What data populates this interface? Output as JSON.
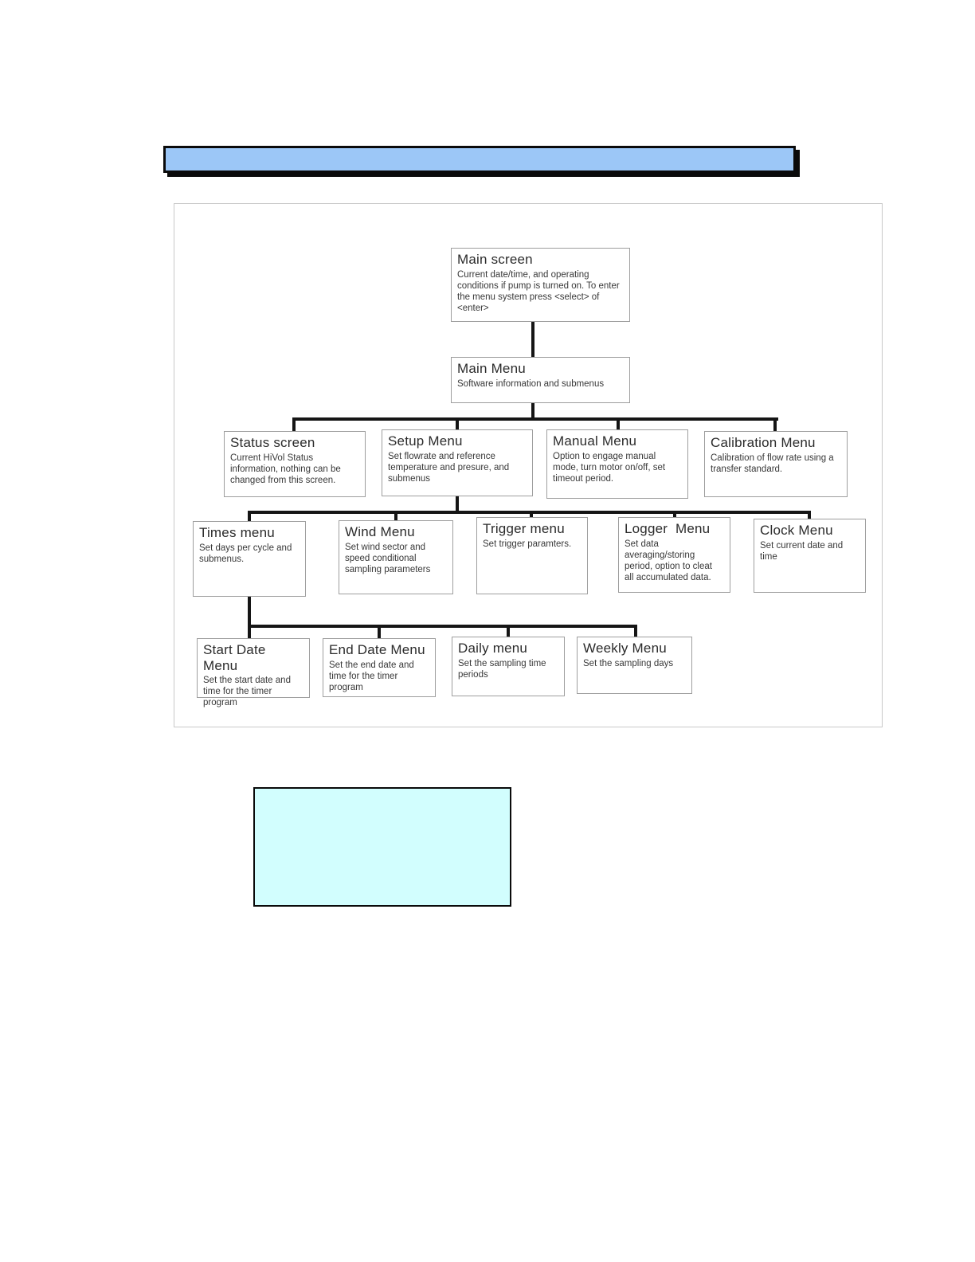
{
  "banner": {
    "fill": "#9cc7f7"
  },
  "note_box": {
    "fill": "#d2fefe"
  },
  "diagram": {
    "line_color": "#151515",
    "nodes": {
      "main_screen": {
        "title": "Main screen",
        "desc": "Current date/time, and operating conditions if pump is turned on. To enter the menu system press <select> of <enter>"
      },
      "main_menu": {
        "title": "Main Menu",
        "desc": "Software information and submenus"
      },
      "status_screen": {
        "title": "Status screen",
        "desc": "Current HiVol Status information, nothing can be changed from this screen."
      },
      "setup_menu": {
        "title": "Setup Menu",
        "desc": "Set flowrate and reference temperature and presure, and submenus"
      },
      "manual_menu": {
        "title": "Manual Menu",
        "desc": "Option to engage manual mode, turn motor on/off, set timeout period."
      },
      "calibration_menu": {
        "title": "Calibration Menu",
        "desc": "Calibration of flow rate using a transfer standard."
      },
      "times_menu": {
        "title": "Times menu",
        "desc": "Set days per cycle and submenus."
      },
      "wind_menu": {
        "title": "Wind Menu",
        "desc": "Set wind sector and speed conditional sampling parameters"
      },
      "trigger_menu": {
        "title": "Trigger menu",
        "desc": "Set trigger paramters."
      },
      "logger_menu": {
        "title": "Logger  Menu",
        "desc": "Set data averaging/storing period, option to cleat all accumulated data."
      },
      "clock_menu": {
        "title": "Clock Menu",
        "desc": "Set current date and time"
      },
      "start_date_menu": {
        "title": "Start Date Menu",
        "desc": "Set the start date and time for the timer program"
      },
      "end_date_menu": {
        "title": "End Date Menu",
        "desc": "Set the end date and time for the timer program"
      },
      "daily_menu": {
        "title": "Daily menu",
        "desc": "Set the sampling time periods"
      },
      "weekly_menu": {
        "title": "Weekly Menu",
        "desc": "Set the sampling days"
      }
    }
  }
}
